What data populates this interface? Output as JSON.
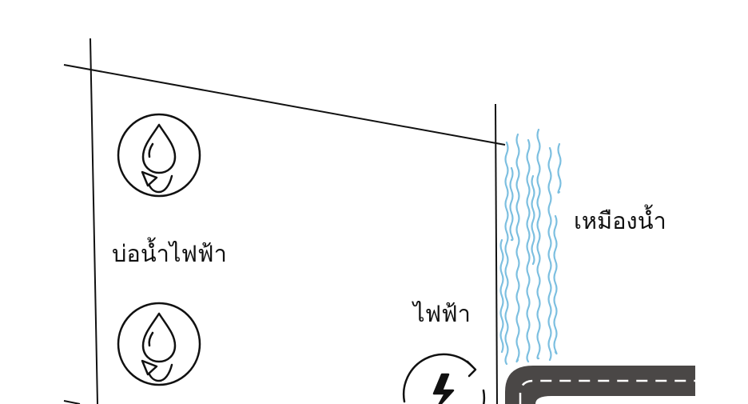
{
  "labels": {
    "water_pond": "บ่อน้ำไฟฟ้า",
    "water_mine": "เหมืองน้ำ",
    "electricity": "ไฟฟ้า"
  },
  "icons": {
    "water_recycle": "water-drop-recycle-icon",
    "power": "lightning-cycle-icon"
  },
  "colors": {
    "line": "#111111",
    "water": "#7cbfe0",
    "road": "#4a4746",
    "road_marking": "#ffffff"
  }
}
